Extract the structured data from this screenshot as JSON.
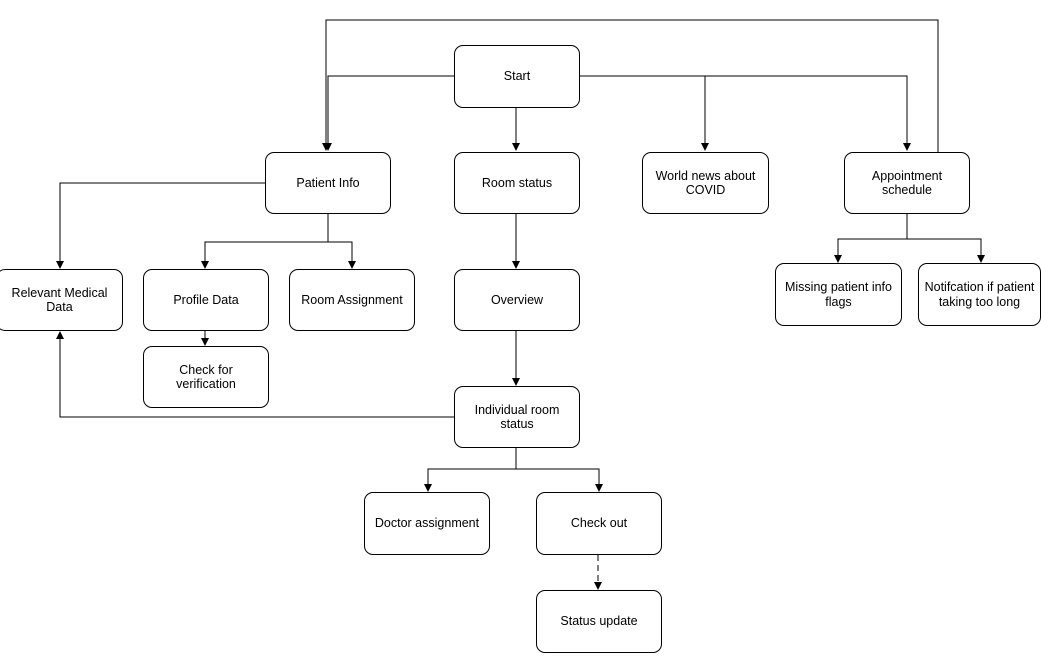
{
  "diagram": {
    "nodes": {
      "start": "Start",
      "patient_info": "Patient Info",
      "room_status": "Room status",
      "world_news": "World news about\nCOVID",
      "appointment": "Appointment\nschedule",
      "relevant_medical": "Relevant Medical\nData",
      "profile_data": "Profile Data",
      "room_assignment": "Room Assignment",
      "overview": "Overview",
      "missing_info": "Missing patient info\nflags",
      "notification": "Notifcation if patient\ntaking too long",
      "check_verification": "Check for verification",
      "individual_room": "Individual room status",
      "doctor_assignment": "Doctor assignment",
      "check_out": "Check out",
      "status_update": "Status update"
    },
    "colors": {
      "stroke": "#000000",
      "fill": "#ffffff",
      "text": "#000000"
    }
  }
}
